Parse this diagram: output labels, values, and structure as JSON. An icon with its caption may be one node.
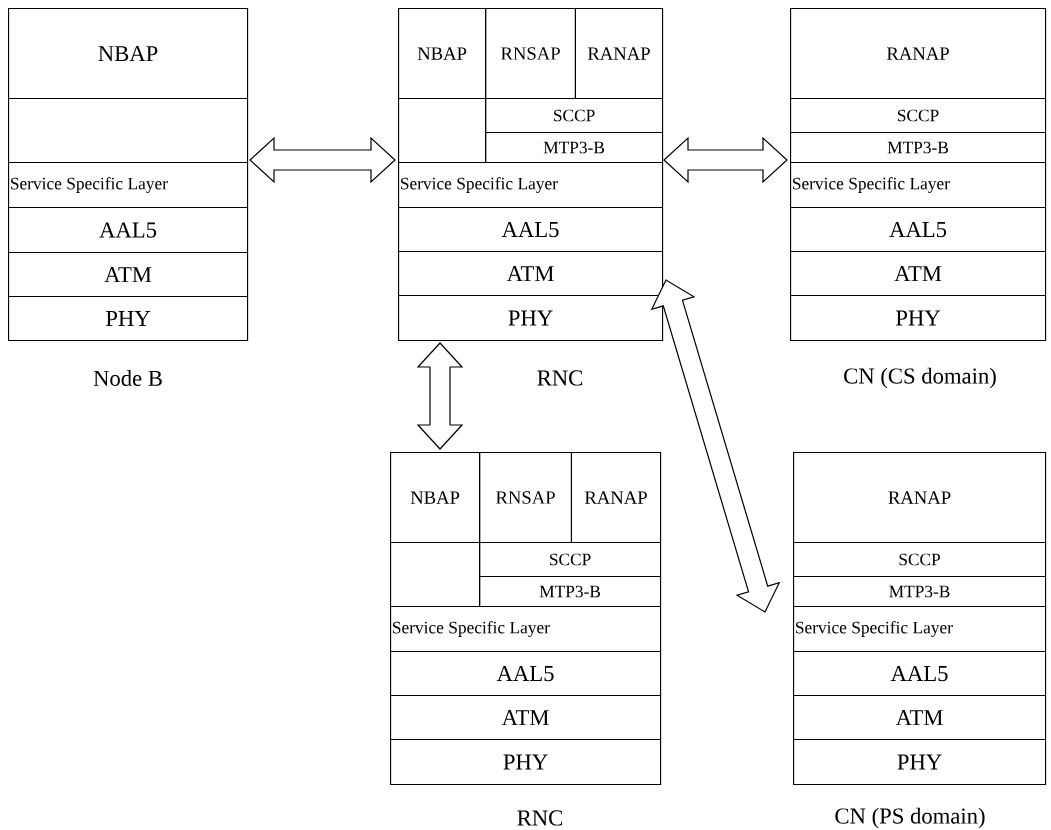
{
  "diagram": {
    "nodes": [
      {
        "text": [],
        "shape": "box",
        "beside": [
          "Node B"
        ]
      },
      {
        "text": [
          "NBAP"
        ],
        "in": 0
      },
      {
        "text": [],
        "shape": "box",
        "in": 0
      },
      {
        "text": [
          "Service Specific Layer"
        ],
        "in": 0
      },
      {
        "text": [
          "AAL5"
        ],
        "in": 0
      },
      {
        "text": [
          "ATM"
        ],
        "in": 0
      },
      {
        "text": [
          "PHY"
        ],
        "in": 0
      },
      {
        "text": [],
        "shape": "box",
        "beside": [
          "RNC"
        ]
      },
      {
        "text": [
          "NBAP"
        ],
        "in": 7
      },
      {
        "text": [
          "RNSAP"
        ],
        "in": 7
      },
      {
        "text": [
          "RANAP"
        ],
        "in": 7
      },
      {
        "text": [],
        "shape": "box",
        "in": 7
      },
      {
        "text": [
          "SCCP"
        ],
        "in": 7
      },
      {
        "text": [
          "MTP3-B"
        ],
        "in": 7
      },
      {
        "text": [
          "Service Specific Layer"
        ],
        "in": 7
      },
      {
        "text": [
          "AAL5"
        ],
        "in": 7
      },
      {
        "text": [
          "ATM"
        ],
        "in": 7
      },
      {
        "text": [
          "PHY"
        ],
        "in": 7
      },
      {
        "text": [],
        "shape": "box",
        "beside": [
          "CN (CS domain)"
        ]
      },
      {
        "text": [
          "RANAP"
        ],
        "in": 18
      },
      {
        "text": [
          "SCCP"
        ],
        "in": 18
      },
      {
        "text": [
          "MTP3-B"
        ],
        "in": 18
      },
      {
        "text": [
          "Service Specific Layer"
        ],
        "in": 18
      },
      {
        "text": [
          "AAL5"
        ],
        "in": 18
      },
      {
        "text": [
          "ATM"
        ],
        "in": 18
      },
      {
        "text": [
          "PHY"
        ],
        "in": 18
      },
      {
        "text": [],
        "shape": "box",
        "beside": [
          "RNC"
        ]
      },
      {
        "text": [
          "NBAP"
        ],
        "in": 26
      },
      {
        "text": [
          "RNSAP"
        ],
        "in": 26
      },
      {
        "text": [
          "RANAP"
        ],
        "in": 26
      },
      {
        "text": [],
        "shape": "box",
        "in": 26
      },
      {
        "text": [
          "SCCP"
        ],
        "in": 26
      },
      {
        "text": [
          "MTP3-B"
        ],
        "in": 26
      },
      {
        "text": [
          "Service Specific Layer"
        ],
        "in": 26
      },
      {
        "text": [
          "AAL5"
        ],
        "in": 26
      },
      {
        "text": [
          "ATM"
        ],
        "in": 26
      },
      {
        "text": [
          "PHY"
        ],
        "in": 26
      },
      {
        "text": [],
        "shape": "box",
        "beside": [
          "CN (PS domain)"
        ]
      },
      {
        "text": [
          "RANAP"
        ],
        "in": 37
      },
      {
        "text": [
          "SCCP"
        ],
        "in": 37
      },
      {
        "text": [
          "MTP3-B"
        ],
        "in": 37
      },
      {
        "text": [
          "Service Specific Layer"
        ],
        "in": 37
      },
      {
        "text": [
          "AAL5"
        ],
        "in": 37
      },
      {
        "text": [
          "ATM"
        ],
        "in": 37
      },
      {
        "text": [
          "PHY"
        ],
        "in": 37
      }
    ],
    "edges": [
      {
        "from": 0,
        "to": 7,
        "arrow": "both"
      },
      {
        "from": 7,
        "to": 18,
        "arrow": "both"
      },
      {
        "from": 7,
        "to": 37,
        "arrow": "both"
      },
      {
        "from": 7,
        "to": 26,
        "arrow": "both"
      }
    ]
  }
}
